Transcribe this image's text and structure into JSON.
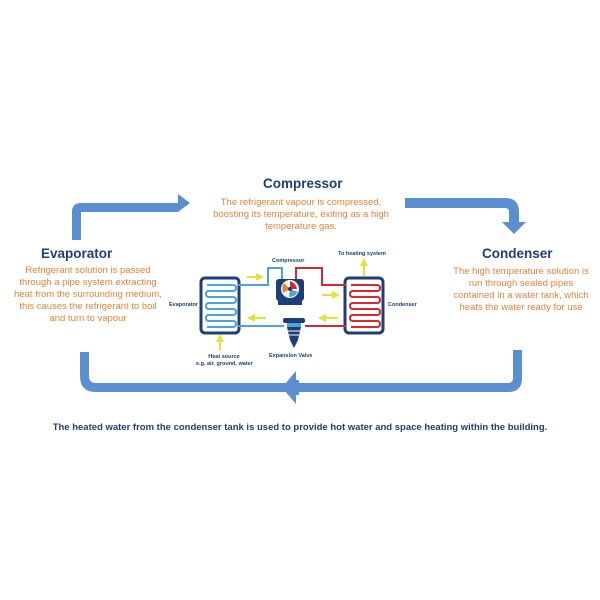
{
  "compressor": {
    "title": "Compressor",
    "description": "The refrigerant vapour is compressed, boosting its temperature, exiting as a high temperature gas."
  },
  "evaporator": {
    "title": "Evaporator",
    "description": "Refrigerant solution is passed through a pipe system extracting heat from the surrounding medium, this causes the refrigerant to boil and turn to vapour"
  },
  "condenser": {
    "title": "Condenser",
    "description": "The high temperature solution is run through sealed pipes contained in a water tank, which heats the water ready for use"
  },
  "schematic": {
    "compressor_label": "Compressor",
    "heating_label": "To heating system",
    "evaporator_label": "Evaporator",
    "condenser_label": "Condenser",
    "heat_source_line1": "Heat source",
    "heat_source_line2": "e.g. air, ground, water",
    "expansion_label": "Expansion Valve"
  },
  "footer": "The heated water from the condenser tank is used to provide hot water and space heating within the building.",
  "colors": {
    "cycle_arrow": "#5b8fd0",
    "title": "#1e3f73",
    "description": "#e9833a",
    "hot_pipe": "#d9282f",
    "cold_pipe": "#4aa6d8",
    "flow_arrow": "#dfe43a"
  }
}
